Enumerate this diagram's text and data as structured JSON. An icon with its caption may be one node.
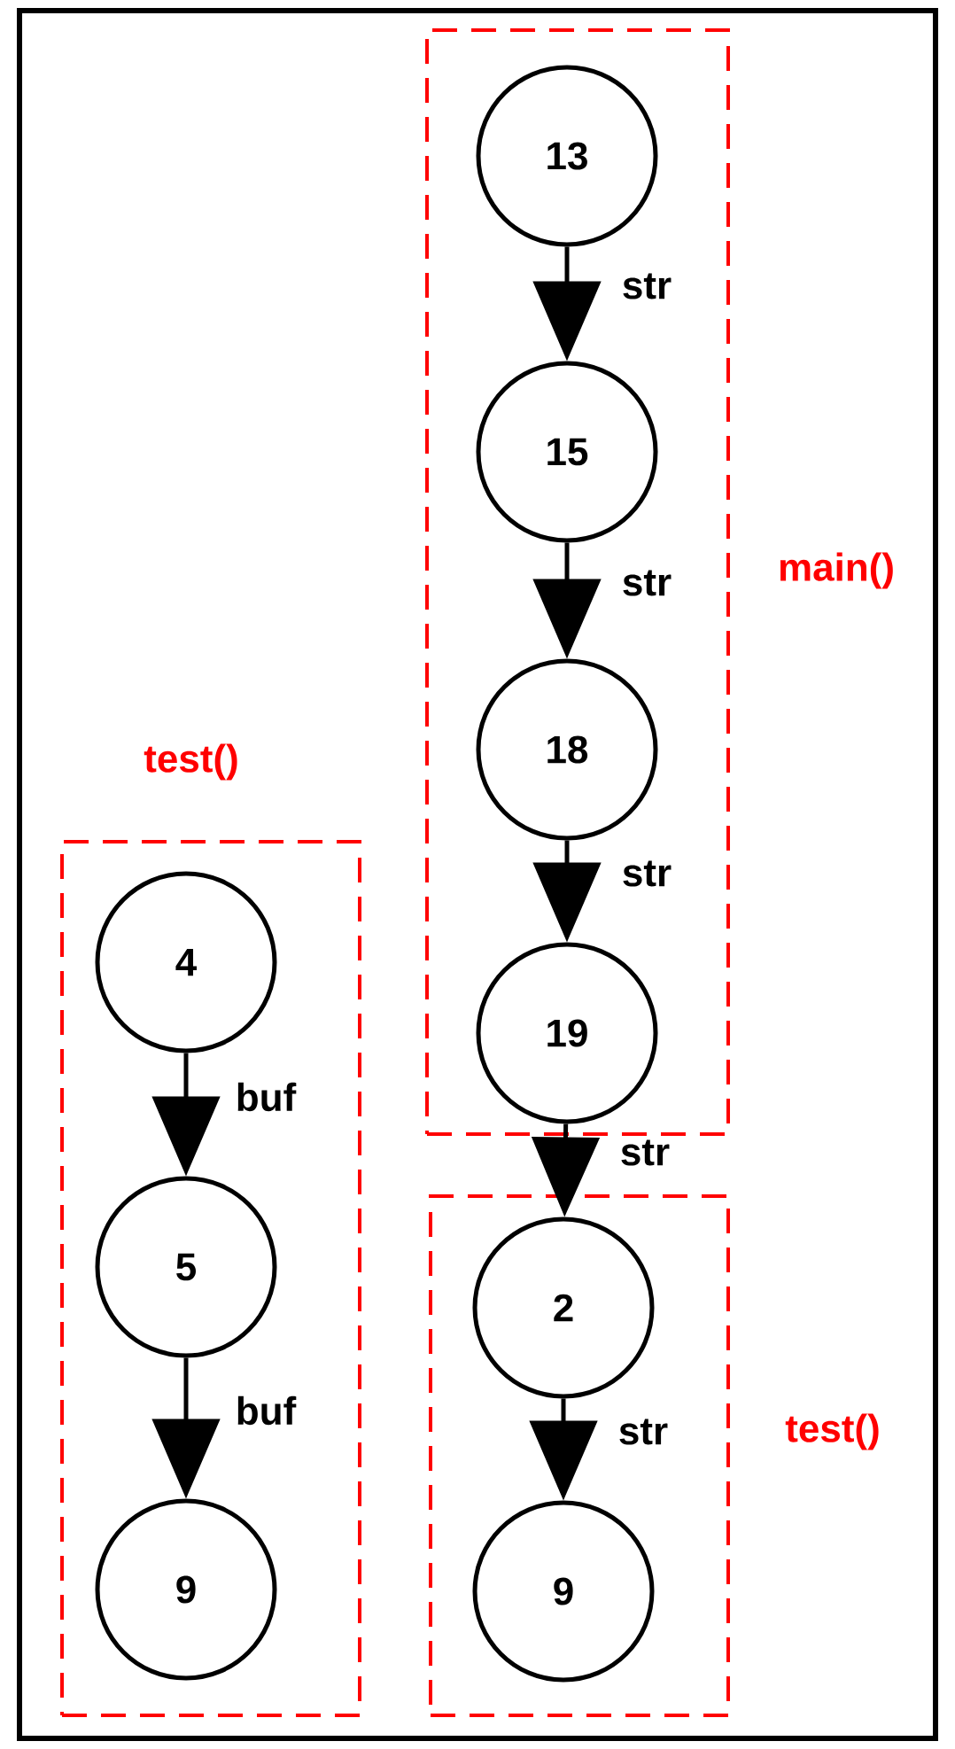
{
  "diagram": {
    "nodes": [
      {
        "text": [
          "main()"
        ]
      },
      {
        "text": [
          "13"
        ],
        "in": 0
      },
      {
        "text": [
          "15"
        ],
        "in": 0
      },
      {
        "text": [
          "18"
        ],
        "in": 0
      },
      {
        "text": [
          "19"
        ],
        "in": 0
      },
      {
        "text": [
          "test()"
        ]
      },
      {
        "text": [
          "4"
        ],
        "in": 5
      },
      {
        "text": [
          "5"
        ],
        "in": 5
      },
      {
        "text": [
          "9"
        ],
        "in": 5
      },
      {
        "text": [
          "test()"
        ]
      },
      {
        "text": [
          "2"
        ],
        "in": 9
      },
      {
        "text": [
          "9"
        ],
        "in": 9
      }
    ],
    "edges": [
      {
        "from": 1,
        "to": 2,
        "arrow": "to",
        "label": "str"
      },
      {
        "from": 2,
        "to": 3,
        "arrow": "to",
        "label": "str"
      },
      {
        "from": 3,
        "to": 4,
        "arrow": "to",
        "label": "str"
      },
      {
        "from": 4,
        "to": 10,
        "arrow": "to",
        "label": "str"
      },
      {
        "from": 10,
        "to": 11,
        "arrow": "to",
        "label": "str"
      },
      {
        "from": 6,
        "to": 7,
        "arrow": "to",
        "label": "buf"
      },
      {
        "from": 7,
        "to": 8,
        "arrow": "to",
        "label": "buf"
      }
    ]
  }
}
